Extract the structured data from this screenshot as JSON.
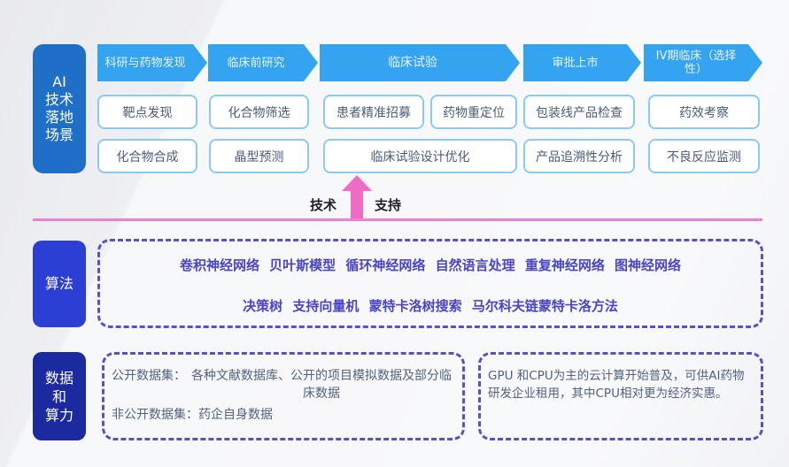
{
  "scenes": {
    "label": "AI\n技术\n落地\n场景",
    "stages": [
      "科研与药物发现",
      "临床前研究",
      "临床试验",
      "审批上市",
      "IV期临床（选择性）"
    ],
    "row1": [
      "靶点发现",
      "化合物筛选",
      "患者精准招募",
      "药物重定位",
      "包装线产品检查",
      "药效考察"
    ],
    "row2": [
      "化合物合成",
      "晶型预测",
      "临床试验设计优化",
      "产品追溯性分析",
      "不良反应监测"
    ]
  },
  "support": {
    "left": "技术",
    "right": "支持"
  },
  "algorithms": {
    "label": "算法",
    "line1": "卷积神经网络 贝叶斯模型 循环神经网络 自然语言处理 重复神经网络 图神经网络",
    "line2": "决策树  支持向量机  蒙特卡洛树搜索 马尔科夫链蒙特卡洛方法"
  },
  "data": {
    "label": "数据\n和\n算力",
    "public_label": "公开数据集：",
    "public_text": "各种文献数据库、公开的项目模拟数据及部分临床数据",
    "private_label": "非公开数据集：",
    "private_text": "药企自身数据",
    "compute_text": "GPU 和CPU为主的云计算开始普及，可供AI药物研发企业租用，其中CPU相对更为经济实惠。"
  },
  "colors": {
    "stage": "#34a3f0",
    "scene_label": "#1f6fc9",
    "alg_label": "#2b3fd4",
    "data_label": "#1b2a9e",
    "arrow": "#ee6cc4"
  }
}
